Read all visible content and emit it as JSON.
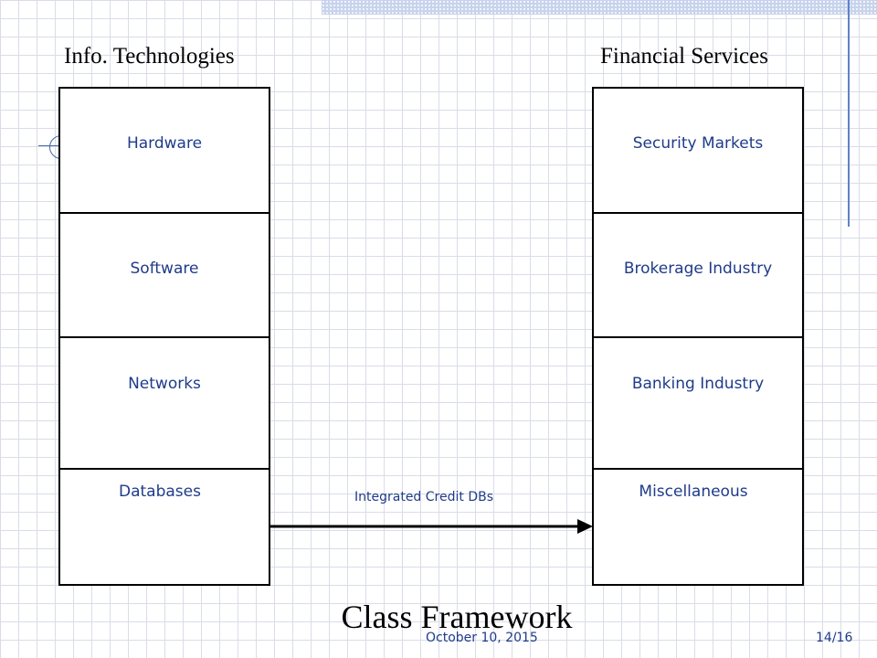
{
  "diagram": {
    "left_heading": "Info. Technologies",
    "right_heading": "Financial Services",
    "left_cells": [
      "Hardware",
      "Software",
      "Networks",
      "Databases"
    ],
    "right_cells": [
      "Security Markets",
      "Brokerage Industry",
      "Banking Industry",
      "Miscellaneous"
    ],
    "connector_label": "Integrated Credit DBs",
    "title": "Class Framework"
  },
  "footer": {
    "date": "October 10, 2015",
    "page": "14/16"
  },
  "colors": {
    "text_blue": "#1f3b8a",
    "accent": "#5e82c8",
    "grid": "#d9dde8"
  }
}
